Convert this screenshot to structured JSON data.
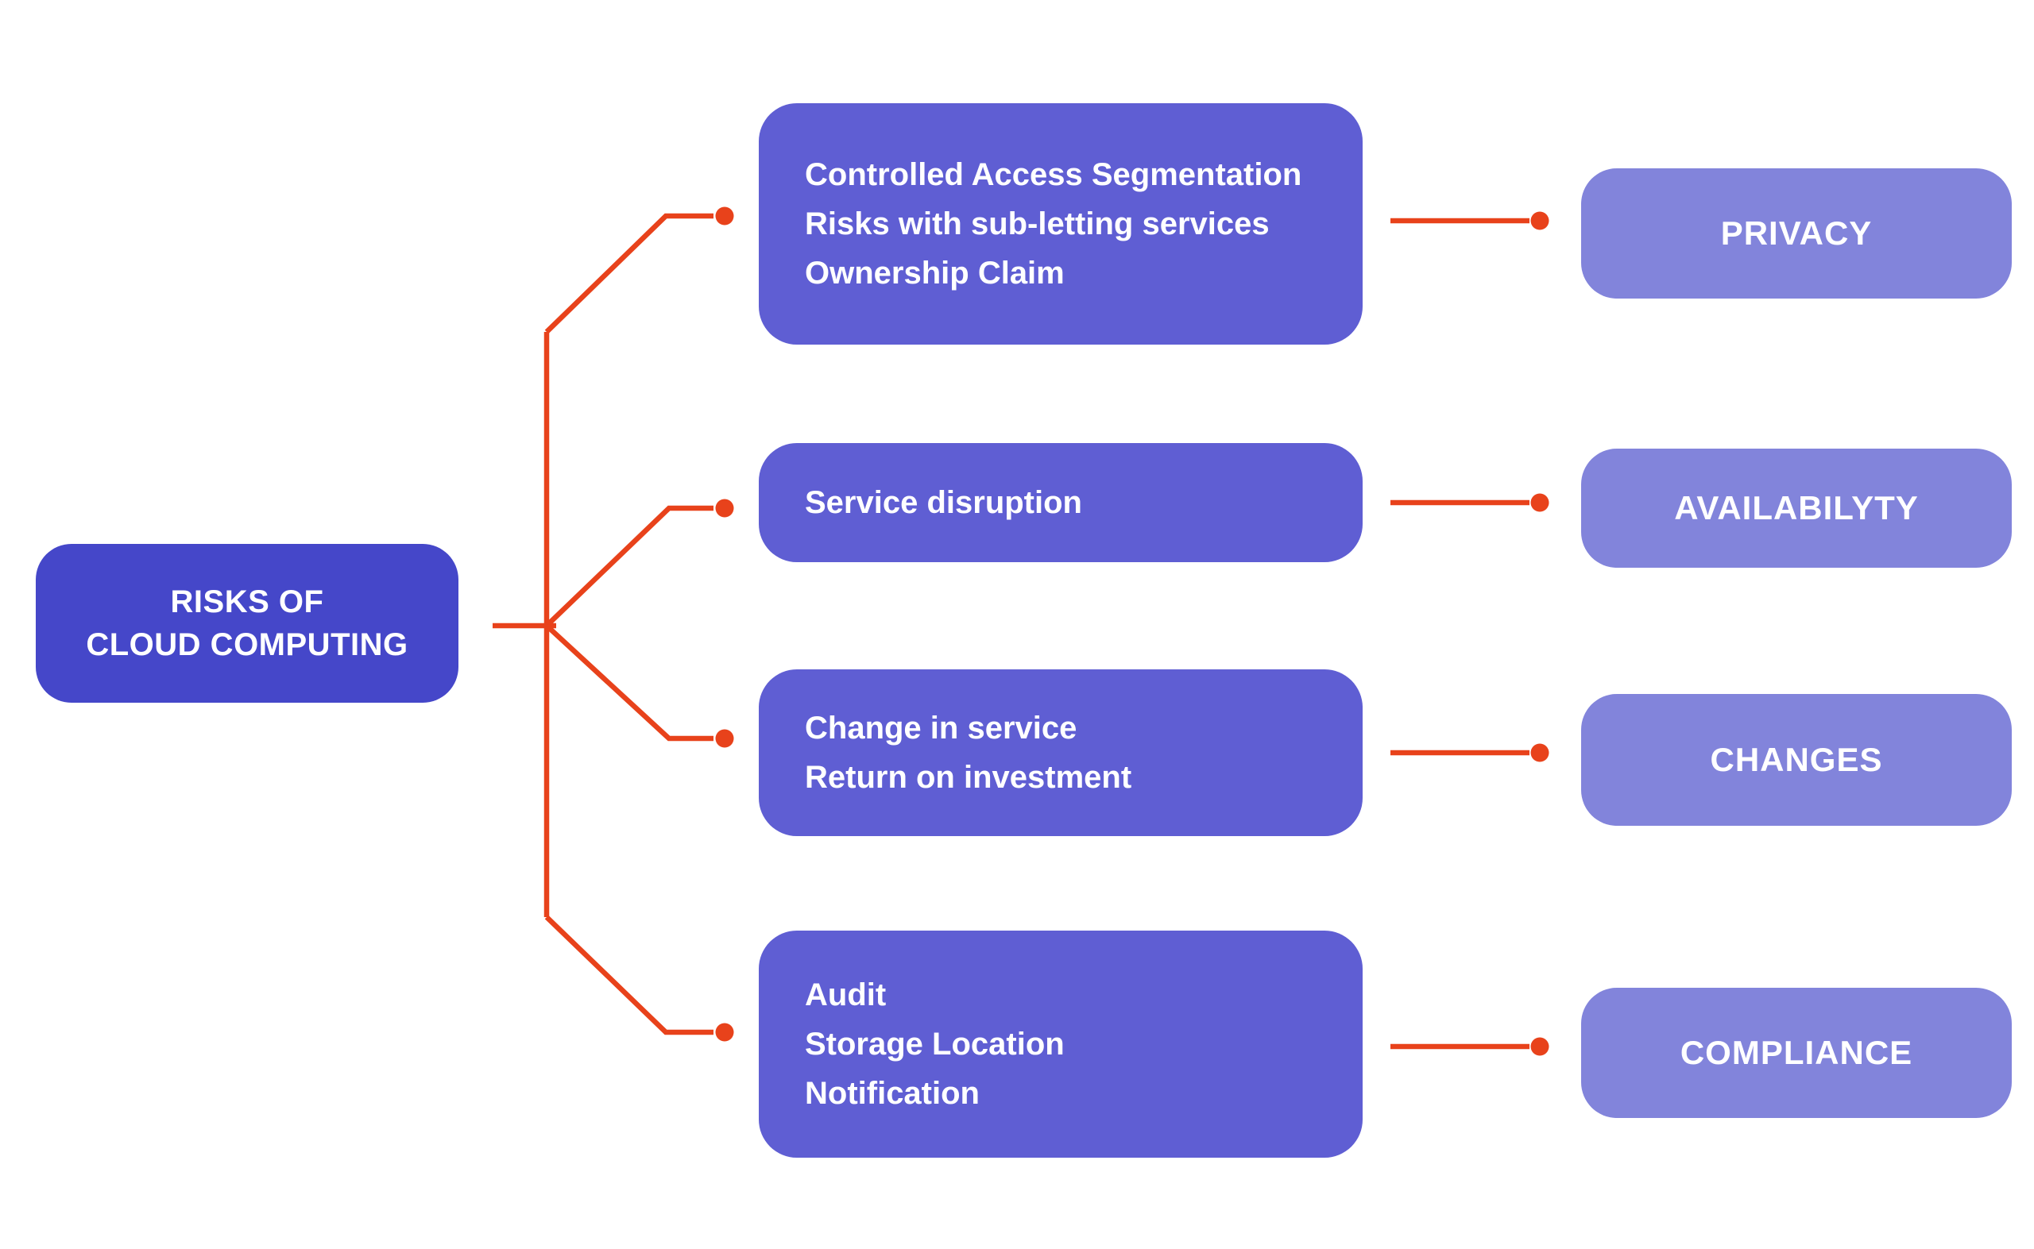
{
  "diagram": {
    "root": {
      "line1": "RISKS OF",
      "line2": "CLOUD COMPUTING"
    },
    "rows": [
      {
        "items": [
          "Controlled Access Segmentation",
          "Risks with sub-letting services",
          "Ownership Claim"
        ],
        "category": "PRIVACY"
      },
      {
        "items": [
          "Service disruption"
        ],
        "category": "AVAILABILYTY"
      },
      {
        "items": [
          "Change in service",
          "Return on investment"
        ],
        "category": "CHANGES"
      },
      {
        "items": [
          "Audit",
          "Storage Location",
          "Notification"
        ],
        "category": "COMPLIANCE"
      }
    ],
    "colors": {
      "background": "#ffffff",
      "root_box": "#4547c9",
      "risk_box": "#5f5ed3",
      "category_box": "#8284db",
      "connector": "#e8421b",
      "text": "#ffffff"
    }
  }
}
